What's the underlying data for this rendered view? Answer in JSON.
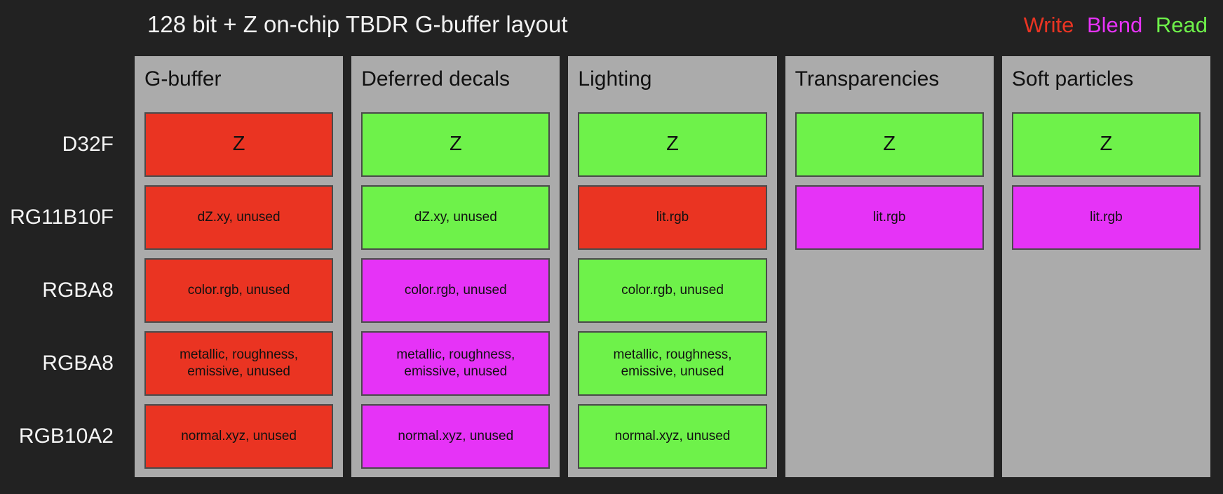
{
  "header": {
    "title": "128 bit + Z on-chip TBDR G-buffer layout",
    "legend": [
      {
        "label": "Write",
        "color": "#ea3422",
        "key": "write"
      },
      {
        "label": "Blend",
        "color": "#e633f7",
        "key": "blend"
      },
      {
        "label": "Read",
        "color": "#6ef24a",
        "key": "read"
      }
    ]
  },
  "colors": {
    "background": "#222222",
    "panel": "#ababab",
    "write": "#ea3422",
    "blend": "#e633f7",
    "read": "#6ef24a",
    "cell_border": "#4a4a4a",
    "text_dark": "#111111",
    "text_light": "#f2f2f2"
  },
  "row_labels": [
    "D32F",
    "RG11B10F",
    "RGBA8",
    "RGBA8",
    "RGB10A2"
  ],
  "columns": [
    {
      "title": "G-buffer",
      "cells": [
        {
          "text": "Z",
          "lines": [
            "Z"
          ],
          "mode": "write",
          "big": true
        },
        {
          "text": "dZ.xy, unused",
          "lines": [
            "dZ.xy, unused"
          ],
          "mode": "write",
          "big": false
        },
        {
          "text": "color.rgb, unused",
          "lines": [
            "color.rgb, unused"
          ],
          "mode": "write",
          "big": false
        },
        {
          "text": "metallic, roughness, emissive, unused",
          "lines": [
            "metallic, roughness,",
            "emissive, unused"
          ],
          "mode": "write",
          "big": false
        },
        {
          "text": "normal.xyz, unused",
          "lines": [
            "normal.xyz, unused"
          ],
          "mode": "write",
          "big": false
        }
      ]
    },
    {
      "title": "Deferred decals",
      "cells": [
        {
          "text": "Z",
          "lines": [
            "Z"
          ],
          "mode": "read",
          "big": true
        },
        {
          "text": "dZ.xy, unused",
          "lines": [
            "dZ.xy, unused"
          ],
          "mode": "read",
          "big": false
        },
        {
          "text": "color.rgb, unused",
          "lines": [
            "color.rgb, unused"
          ],
          "mode": "blend",
          "big": false
        },
        {
          "text": "metallic, roughness, emissive, unused",
          "lines": [
            "metallic, roughness,",
            "emissive, unused"
          ],
          "mode": "blend",
          "big": false
        },
        {
          "text": "normal.xyz, unused",
          "lines": [
            "normal.xyz, unused"
          ],
          "mode": "blend",
          "big": false
        }
      ]
    },
    {
      "title": "Lighting",
      "cells": [
        {
          "text": "Z",
          "lines": [
            "Z"
          ],
          "mode": "read",
          "big": true
        },
        {
          "text": "lit.rgb",
          "lines": [
            "lit.rgb"
          ],
          "mode": "write",
          "big": false
        },
        {
          "text": "color.rgb, unused",
          "lines": [
            "color.rgb, unused"
          ],
          "mode": "read",
          "big": false
        },
        {
          "text": "metallic, roughness, emissive, unused",
          "lines": [
            "metallic, roughness,",
            "emissive, unused"
          ],
          "mode": "read",
          "big": false
        },
        {
          "text": "normal.xyz, unused",
          "lines": [
            "normal.xyz, unused"
          ],
          "mode": "read",
          "big": false
        }
      ]
    },
    {
      "title": "Transparencies",
      "cells": [
        {
          "text": "Z",
          "lines": [
            "Z"
          ],
          "mode": "read",
          "big": true
        },
        {
          "text": "lit.rgb",
          "lines": [
            "lit.rgb"
          ],
          "mode": "blend",
          "big": false
        },
        {
          "text": "",
          "lines": [],
          "mode": "none",
          "big": false
        },
        {
          "text": "",
          "lines": [],
          "mode": "none",
          "big": false
        },
        {
          "text": "",
          "lines": [],
          "mode": "none",
          "big": false
        }
      ]
    },
    {
      "title": "Soft particles",
      "cells": [
        {
          "text": "Z",
          "lines": [
            "Z"
          ],
          "mode": "read",
          "big": true
        },
        {
          "text": "lit.rgb",
          "lines": [
            "lit.rgb"
          ],
          "mode": "blend",
          "big": false
        },
        {
          "text": "",
          "lines": [],
          "mode": "none",
          "big": false
        },
        {
          "text": "",
          "lines": [],
          "mode": "none",
          "big": false
        },
        {
          "text": "",
          "lines": [],
          "mode": "none",
          "big": false
        }
      ]
    }
  ]
}
